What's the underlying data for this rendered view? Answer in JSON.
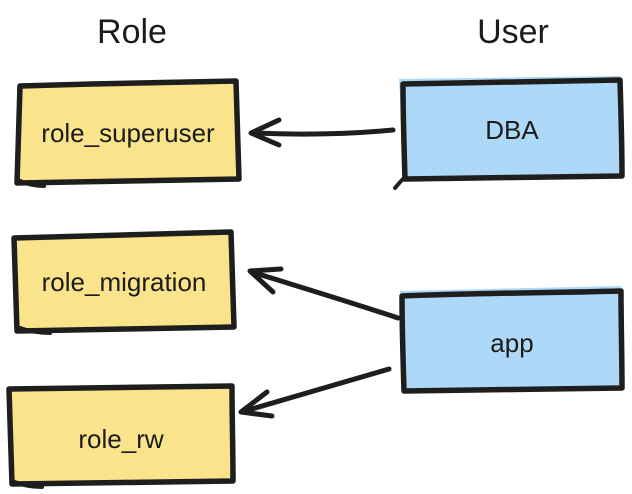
{
  "diagram": {
    "title_columns": {
      "role_header": "Role",
      "user_header": "User"
    },
    "palette": {
      "background": "#ffffff",
      "role_fill": "#fae48b",
      "user_fill": "#aed8f7",
      "stroke": "#1e1e1e",
      "text": "#1b1b1b"
    },
    "role_nodes": [
      {
        "id": "role_superuser",
        "label": "role_superuser",
        "fill": "#fae48b"
      },
      {
        "id": "role_migration",
        "label": "role_migration",
        "fill": "#fae48b"
      },
      {
        "id": "role_rw",
        "label": "role_rw",
        "fill": "#fae48b"
      }
    ],
    "user_nodes": [
      {
        "id": "dba",
        "label": "DBA",
        "fill": "#aed8f7"
      },
      {
        "id": "app",
        "label": "app",
        "fill": "#aed8f7"
      }
    ],
    "edges": [
      {
        "from": "DBA",
        "to": "role_superuser"
      },
      {
        "from": "app",
        "to": "role_migration"
      },
      {
        "from": "app",
        "to": "role_rw"
      }
    ]
  }
}
